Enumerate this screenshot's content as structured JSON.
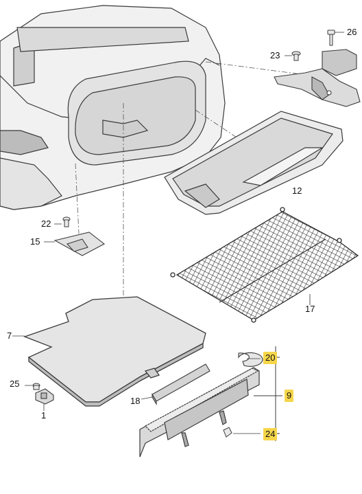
{
  "callouts": {
    "c26": "26",
    "c23": "23",
    "c12": "12",
    "c22": "22",
    "c15": "15",
    "c17": "17",
    "c7": "7",
    "c20": "20",
    "c9": "9",
    "c25": "25",
    "c18": "18",
    "c1": "1",
    "c24": "24"
  },
  "colors": {
    "highlight": "#f5d64a",
    "line": "#3a3a3a",
    "part_fill": "#e9e9e9",
    "shadow_fill": "#bdbdbd"
  }
}
